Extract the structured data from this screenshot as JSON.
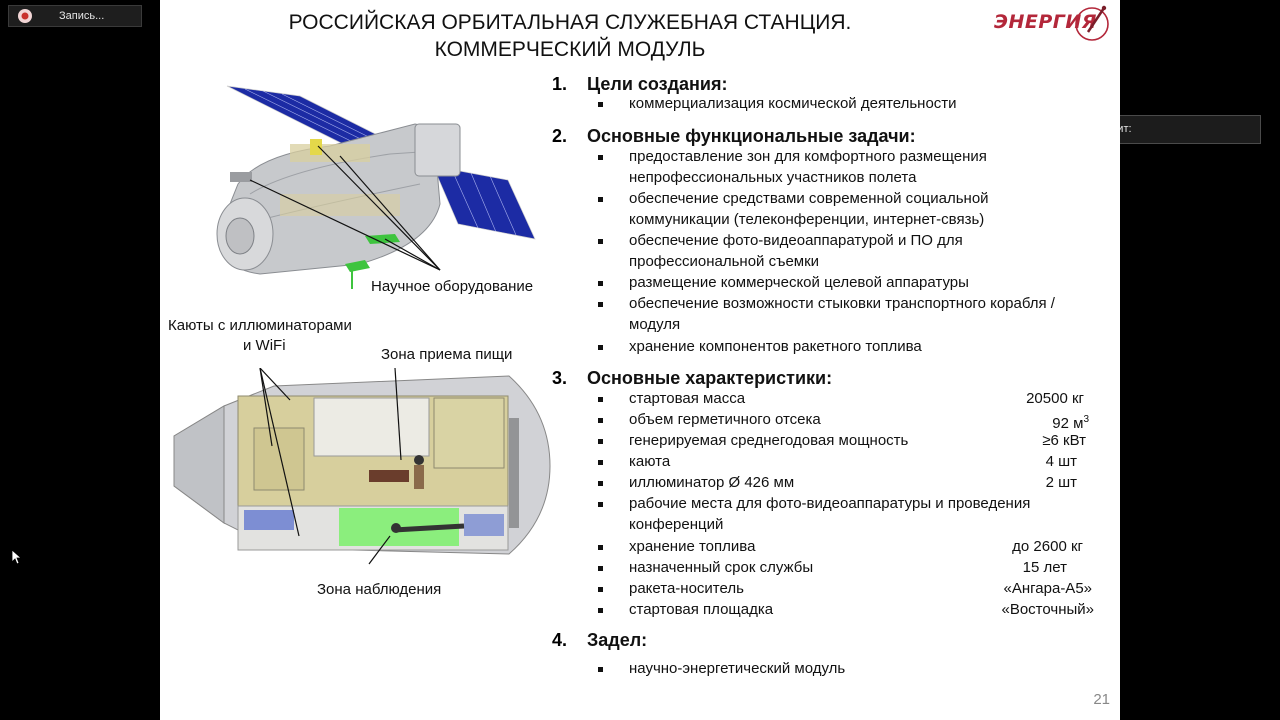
{
  "recording": {
    "label": "Запись..."
  },
  "speaking": {
    "label": "Говорит:"
  },
  "slide": {
    "title_line1": "РОССИЙСКАЯ ОРБИТАЛЬНАЯ СЛУЖЕБНАЯ СТАНЦИЯ.",
    "title_line2": "КОММЕРЧЕСКИЙ МОДУЛЬ",
    "logo_text": "ЭНЕРГИЯ",
    "page_number": "21",
    "image_labels": {
      "scientific": "Научное оборудование",
      "cabins_1": "Каюты с иллюминаторами",
      "cabins_2": "и WiFi",
      "dining": "Зона приема пищи",
      "observation": "Зона наблюдения"
    },
    "sections": [
      {
        "num": "1.",
        "heading": "Цели создания:",
        "items": [
          "коммерциализация космической деятельности"
        ]
      },
      {
        "num": "2.",
        "heading": "Основные функциональные задачи:",
        "items": [
          "предоставление зон для комфортного размещения",
          "непрофессиональных участников полета",
          "обеспечение средствами современной социальной",
          "коммуникации (телеконференции, интернет-связь)",
          "обеспечение фото-видеоаппаратурой и ПО для",
          "профессиональной съемки",
          "размещение коммерческой целевой аппаратуры",
          "обеспечение возможности стыковки транспортного корабля /",
          "модуля",
          "хранение компонентов ракетного топлива"
        ]
      },
      {
        "num": "3.",
        "heading": "Основные характеристики:",
        "items": [
          "стартовая масса",
          "объем герметичного отсека",
          "генерируемая среднегодовая мощность",
          "каюта",
          "иллюминатор Ø 426 мм",
          "рабочие места для фото-видеоаппаратуры и проведения",
          "конференций",
          "хранение топлива",
          "назначенный срок службы",
          "ракета-носитель",
          "стартовая площадка"
        ],
        "values": [
          "20500 кг",
          "92 м",
          "≥6 кВт",
          "4 шт",
          "2 шт",
          "до 2600 кг",
          "15 лет",
          "«Ангара-А5»",
          "«Восточный»"
        ],
        "volume_sup": "3"
      },
      {
        "num": "4.",
        "heading": "Задел:",
        "items": [
          "научно-энергетический модуль"
        ]
      }
    ]
  }
}
